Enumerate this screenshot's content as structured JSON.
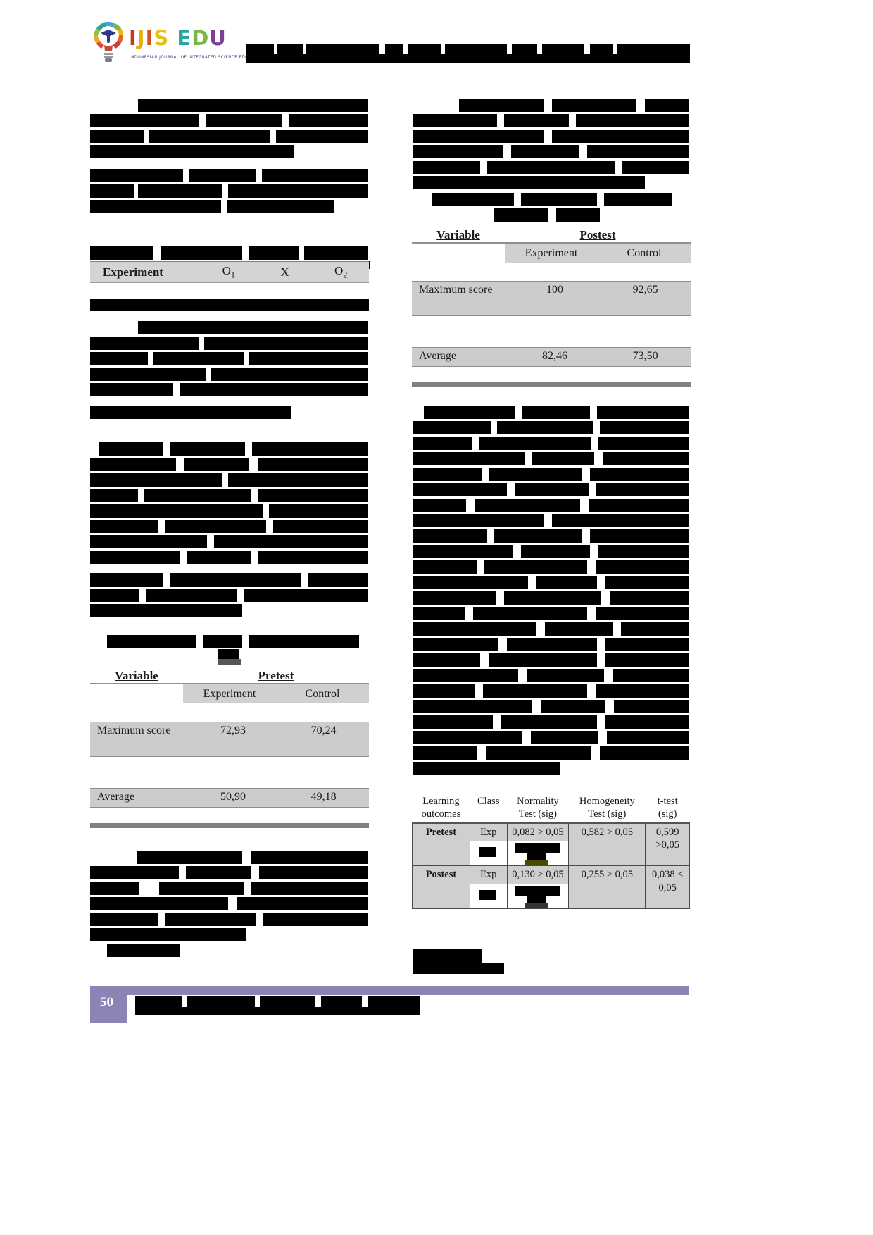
{
  "journal": {
    "logo_text_parts": [
      {
        "ch": "I",
        "color": "#c0392b"
      },
      {
        "ch": "J",
        "color": "#e8b10a"
      },
      {
        "ch": "I",
        "color": "#d94e1f"
      },
      {
        "ch": "S",
        "color": "#e8c010"
      },
      {
        "ch": " ",
        "color": "#000000"
      },
      {
        "ch": "E",
        "color": "#2aa3a3"
      },
      {
        "ch": "D",
        "color": "#7ab648"
      },
      {
        "ch": "U",
        "color": "#7e3f98"
      }
    ],
    "logo_subtitle": "INDONESIAN JOURNAL OF INTEGRATED SCIENCE EDUCATION",
    "logo_icon": "lightbulb-graduation-cap-icon"
  },
  "design_table": {
    "row_label": "Experiment",
    "o1": "O",
    "o1_sub": "1",
    "treatment": "X",
    "o2": "O",
    "o2_sub": "2"
  },
  "pretest_table": {
    "col_variable": "Variable",
    "col_group": "Pretest",
    "sub_experiment": "Experiment",
    "sub_control": "Control",
    "rows": [
      {
        "label": "Maximum score",
        "experiment": "72,93",
        "control": "70,24"
      },
      {
        "label": "Average",
        "experiment": "50,90",
        "control": "49,18"
      }
    ]
  },
  "postest_table": {
    "col_variable": "Variable",
    "col_group": "Postest",
    "sub_experiment": "Experiment",
    "sub_control": "Control",
    "rows": [
      {
        "label": "Maximum score",
        "experiment": "100",
        "control": "92,65"
      },
      {
        "label": "Average",
        "experiment": "82,46",
        "control": "73,50"
      }
    ]
  },
  "stat_table": {
    "headers": [
      "Learning outcomes",
      "Class",
      "Normality Test (sig)",
      "Homogeneity Test (sig)",
      "t-test (sig)"
    ],
    "rows": [
      {
        "outcome": "Pretest",
        "class": "Exp",
        "normality": "0,082 > 0,05",
        "homogeneity": "0,582 > 0,05",
        "ttest": "0,599 >0,05"
      },
      {
        "outcome": "Postest",
        "class": "Exp",
        "normality": "0,130 > 0,05",
        "homogeneity": "0,255 > 0,05",
        "ttest": "0,038 < 0,05"
      }
    ]
  },
  "footer": {
    "page_number": "50",
    "accent_color": "#8b85b5"
  }
}
